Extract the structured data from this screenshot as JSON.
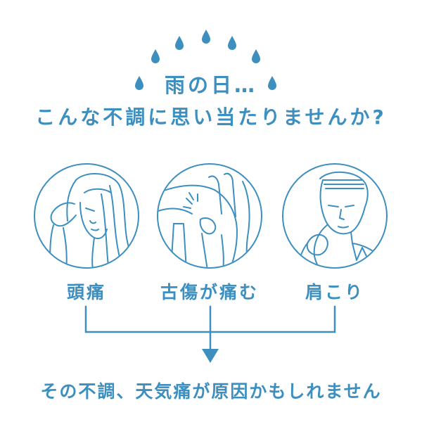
{
  "heading": {
    "line1": "雨の日…",
    "line2": "こんな不調に思い当たりませんか?"
  },
  "symptoms": [
    {
      "label": "頭痛",
      "icon": "woman-headache-illustration"
    },
    {
      "label": "古傷が痛む",
      "icon": "knee-pain-illustration"
    },
    {
      "label": "肩こり",
      "icon": "man-shoulder-stiffness-illustration"
    }
  ],
  "conclusion": "その不調、天気痛が原因かもしれません",
  "colors": {
    "accent": "#3d8fc0",
    "background": "#ffffff"
  }
}
